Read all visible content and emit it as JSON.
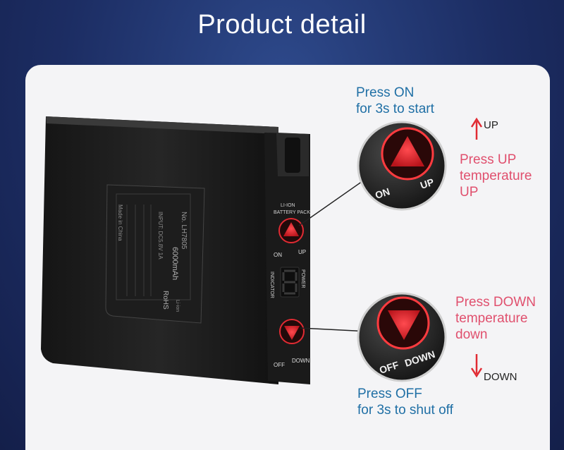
{
  "header": {
    "title": "Product detail"
  },
  "callouts": {
    "on": {
      "line1": "Press ON",
      "line2": "for 3s to start"
    },
    "up_arrow_label": "UP",
    "up": {
      "line1": "Press UP",
      "line2": "temperature",
      "line3": "UP"
    },
    "down": {
      "line1": "Press DOWN",
      "line2": "temperature",
      "line3": "down"
    },
    "down_arrow_label": "DOWN",
    "off": {
      "line1": "Press OFF",
      "line2": "for 3s to shut off"
    }
  },
  "device": {
    "panel_label_1": "LI-ION",
    "panel_label_2": "BATTERY PACK",
    "btn_on": "ON",
    "btn_up": "UP",
    "btn_off": "OFF",
    "btn_down": "DOWN",
    "indicator": "INDICATOR",
    "power": "POWER",
    "sticker_model": "No. LH7805",
    "sticker_capacity": "6000mAh",
    "sticker_rohs": "RoHS",
    "sticker_made": "Made in China",
    "sticker_liion": "Li-ion",
    "sticker_input": "INPUT: DC5.8V 1A"
  },
  "zoom_top": {
    "on": "ON",
    "up": "UP"
  },
  "zoom_bottom": {
    "off": "OFF",
    "down": "DOWN"
  },
  "colors": {
    "accent_blue": "#1f6fa5",
    "accent_pink": "#e0506e",
    "button_red": "#e12b33"
  }
}
